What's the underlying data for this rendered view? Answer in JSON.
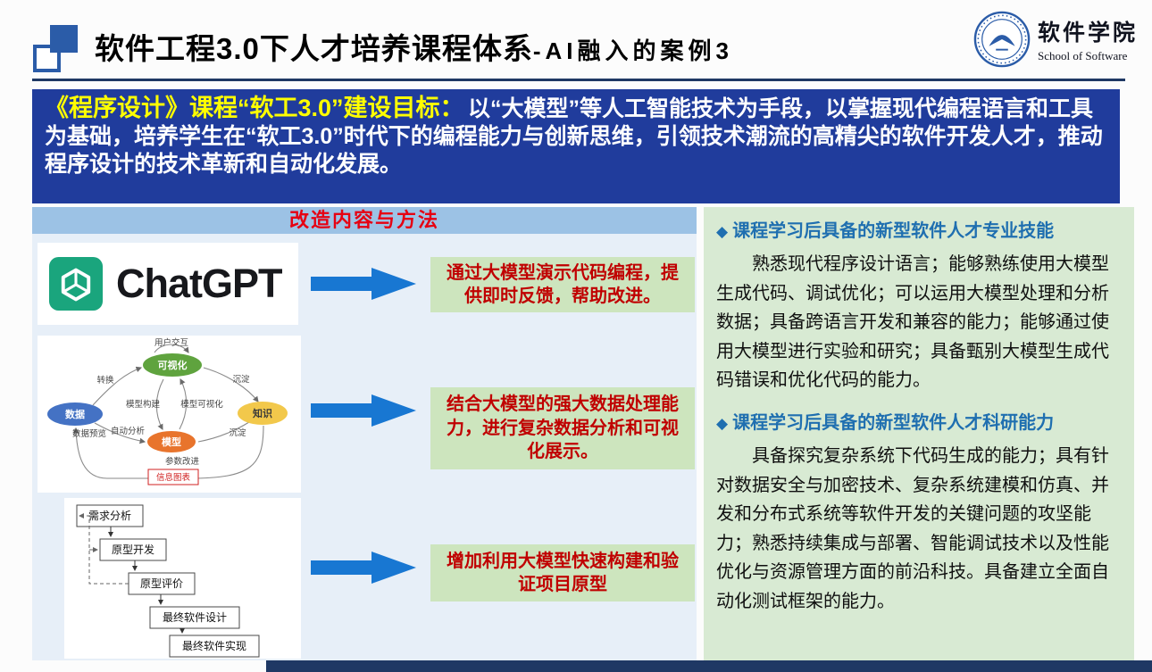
{
  "colors": {
    "banner_bg": "#203C9C",
    "title_underline": "#1F3864",
    "panel_header_bg": "#9CC2E5",
    "panel_header_text": "#E60012",
    "caption_bg": "#CDE5BE",
    "caption_text": "#C00000",
    "right_panel_bg": "#D8EAD3",
    "heading_blue": "#1F6FB0",
    "arrow_blue": "#1877D2",
    "bottom_bar": "#1F3864",
    "highlight_yellow": "#FFFF00",
    "openai_green": "#1AA57D"
  },
  "header": {
    "title_main": "软件工程3.0下人才培养课程体系",
    "title_suffix": "-AI融入的案例3",
    "logo_cn": "软件学院",
    "logo_en": "School of Software"
  },
  "banner": {
    "highlight": "《程序设计》课程“软工3.0”建设目标：",
    "body": "以“大模型”等人工智能技术为手段，以掌握现代编程语言和工具为基础，培养学生在“软工3.0”时代下的编程能力与创新思维，引领技术潮流的高精尖的软件开发人才，推动程序设计的技术革新和自动化发展。"
  },
  "left_panel": {
    "title": "改造内容与方法",
    "chatgpt_label": "ChatGPT",
    "captions": [
      "通过大模型演示代码编程，提供即时反馈，帮助改进。",
      "结合大模型的强大数据处理能力，进行复杂数据分析和可视化展示。",
      "增加利用大模型快速构建和验证项目原型"
    ],
    "viz_diagram": {
      "nodes": {
        "data": "数据",
        "visualization": "可视化",
        "knowledge": "知识",
        "model": "模型"
      },
      "labels": {
        "user_interaction": "用户交互",
        "transform": "转换",
        "settle_top": "沉淀",
        "settle_bottom": "沉淀",
        "model_build": "模型构建",
        "model_visualize": "模型可视化",
        "auto_analyze": "自动分析",
        "param_improve": "参数改进",
        "data_preview": "数据预览",
        "info_chart": "信息图表"
      }
    },
    "flowchart": {
      "steps": [
        "需求分析",
        "原型开发",
        "原型评价",
        "最终软件设计",
        "最终软件实现"
      ]
    }
  },
  "right_panel": {
    "sections": [
      {
        "bullet": "◆",
        "heading": "课程学习后具备的新型软件人才专业技能",
        "body": "熟悉现代程序设计语言；能够熟练使用大模型生成代码、调试优化；可以运用大模型处理和分析数据；具备跨语言开发和兼容的能力；能够通过使用大模型进行实验和研究；具备甄别大模型生成代码错误和优化代码的能力。"
      },
      {
        "bullet": "◆",
        "heading": "课程学习后具备的新型软件人才科研能力",
        "body": "具备探究复杂系统下代码生成的能力；具有针对数据安全与加密技术、复杂系统建模和仿真、并发和分布式系统等软件开发的关键问题的攻坚能力；熟悉持续集成与部署、智能调试技术以及性能优化与资源管理方面的前沿科技。具备建立全面自动化测试框架的能力。"
      }
    ]
  }
}
